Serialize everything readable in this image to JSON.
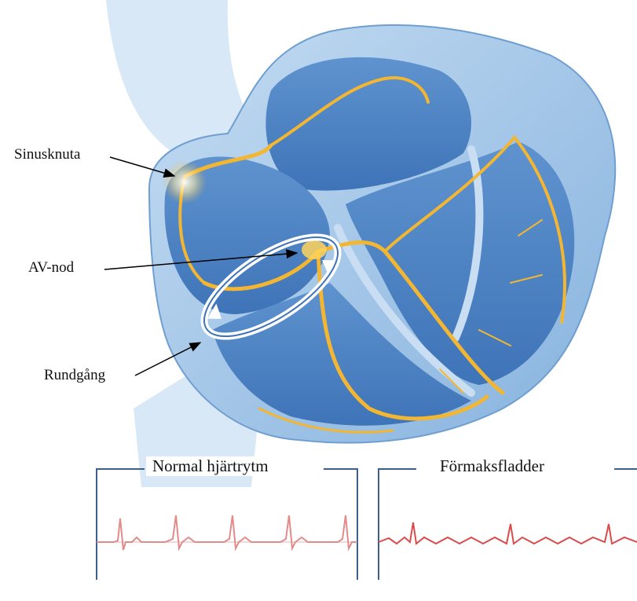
{
  "labels": {
    "sinus": "Sinusknuta",
    "av": "AV-nod",
    "rundgang": "Rundgång"
  },
  "panels": [
    {
      "title": "Normal hjärtrytm"
    },
    {
      "title": "Förmaksfladder"
    }
  ],
  "colors": {
    "heart_tissue": "#9cc3e6",
    "heart_chamber": "#4f86c6",
    "conduction": "#f2b632",
    "ecg_normal": "#e38a8a",
    "ecg_flutter": "#d94b4b",
    "panel_border": "#3d5f8f"
  }
}
